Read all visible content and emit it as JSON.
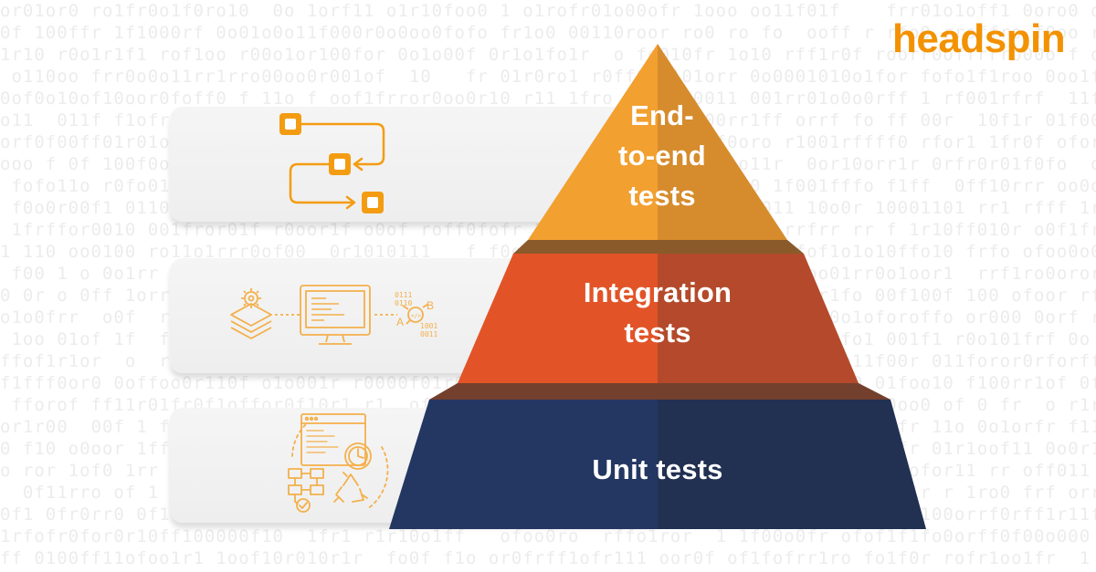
{
  "brand": {
    "logo_text": "headspin",
    "color": "#f39200"
  },
  "pyramid": {
    "tiers": [
      {
        "lines": [
          "End-",
          "to-end",
          "tests"
        ],
        "color_light": "#f2a030",
        "color_dark": "#d68c2d",
        "icon": "workflow-arrows-icon"
      },
      {
        "lines": [
          "Integration",
          "tests"
        ],
        "color_light": "#e25427",
        "color_dark": "#b44a2b",
        "icon": "layers-monitor-code-icon"
      },
      {
        "lines": [
          "Unit tests"
        ],
        "color_light": "#243763",
        "color_dark": "#223052",
        "icon": "code-window-clock-flowchart-icon"
      }
    ]
  },
  "icon_text": {
    "bin_a": "0111",
    "bin_b": "0110",
    "bin_c": "1001",
    "bin_d": "0011",
    "node_a": "A",
    "node_b": "B",
    "code": "</>"
  }
}
